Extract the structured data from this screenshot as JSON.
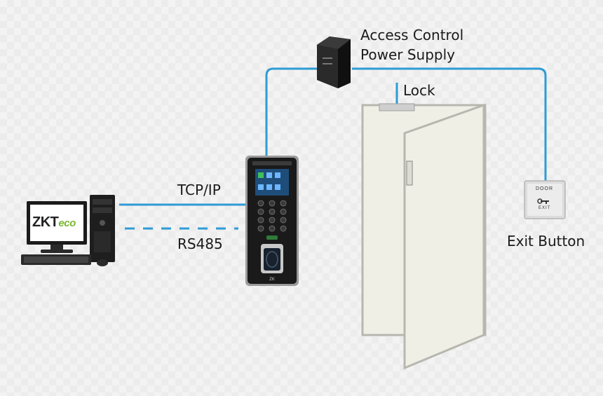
{
  "labels": {
    "power_supply_line1": "Access Control",
    "power_supply_line2": "Power Supply",
    "lock": "Lock",
    "tcp_ip": "TCP/IP",
    "rs485": "RS485",
    "exit_button": "Exit Button"
  },
  "logo": {
    "zk": "ZKT",
    "eco": "eco"
  },
  "exit_button_face": {
    "top": "DOOR",
    "bottom": "EXIT"
  },
  "colors": {
    "cable": "#2e9bd6",
    "door_fill": "#efefe6",
    "door_stroke": "#b7b7b0"
  }
}
